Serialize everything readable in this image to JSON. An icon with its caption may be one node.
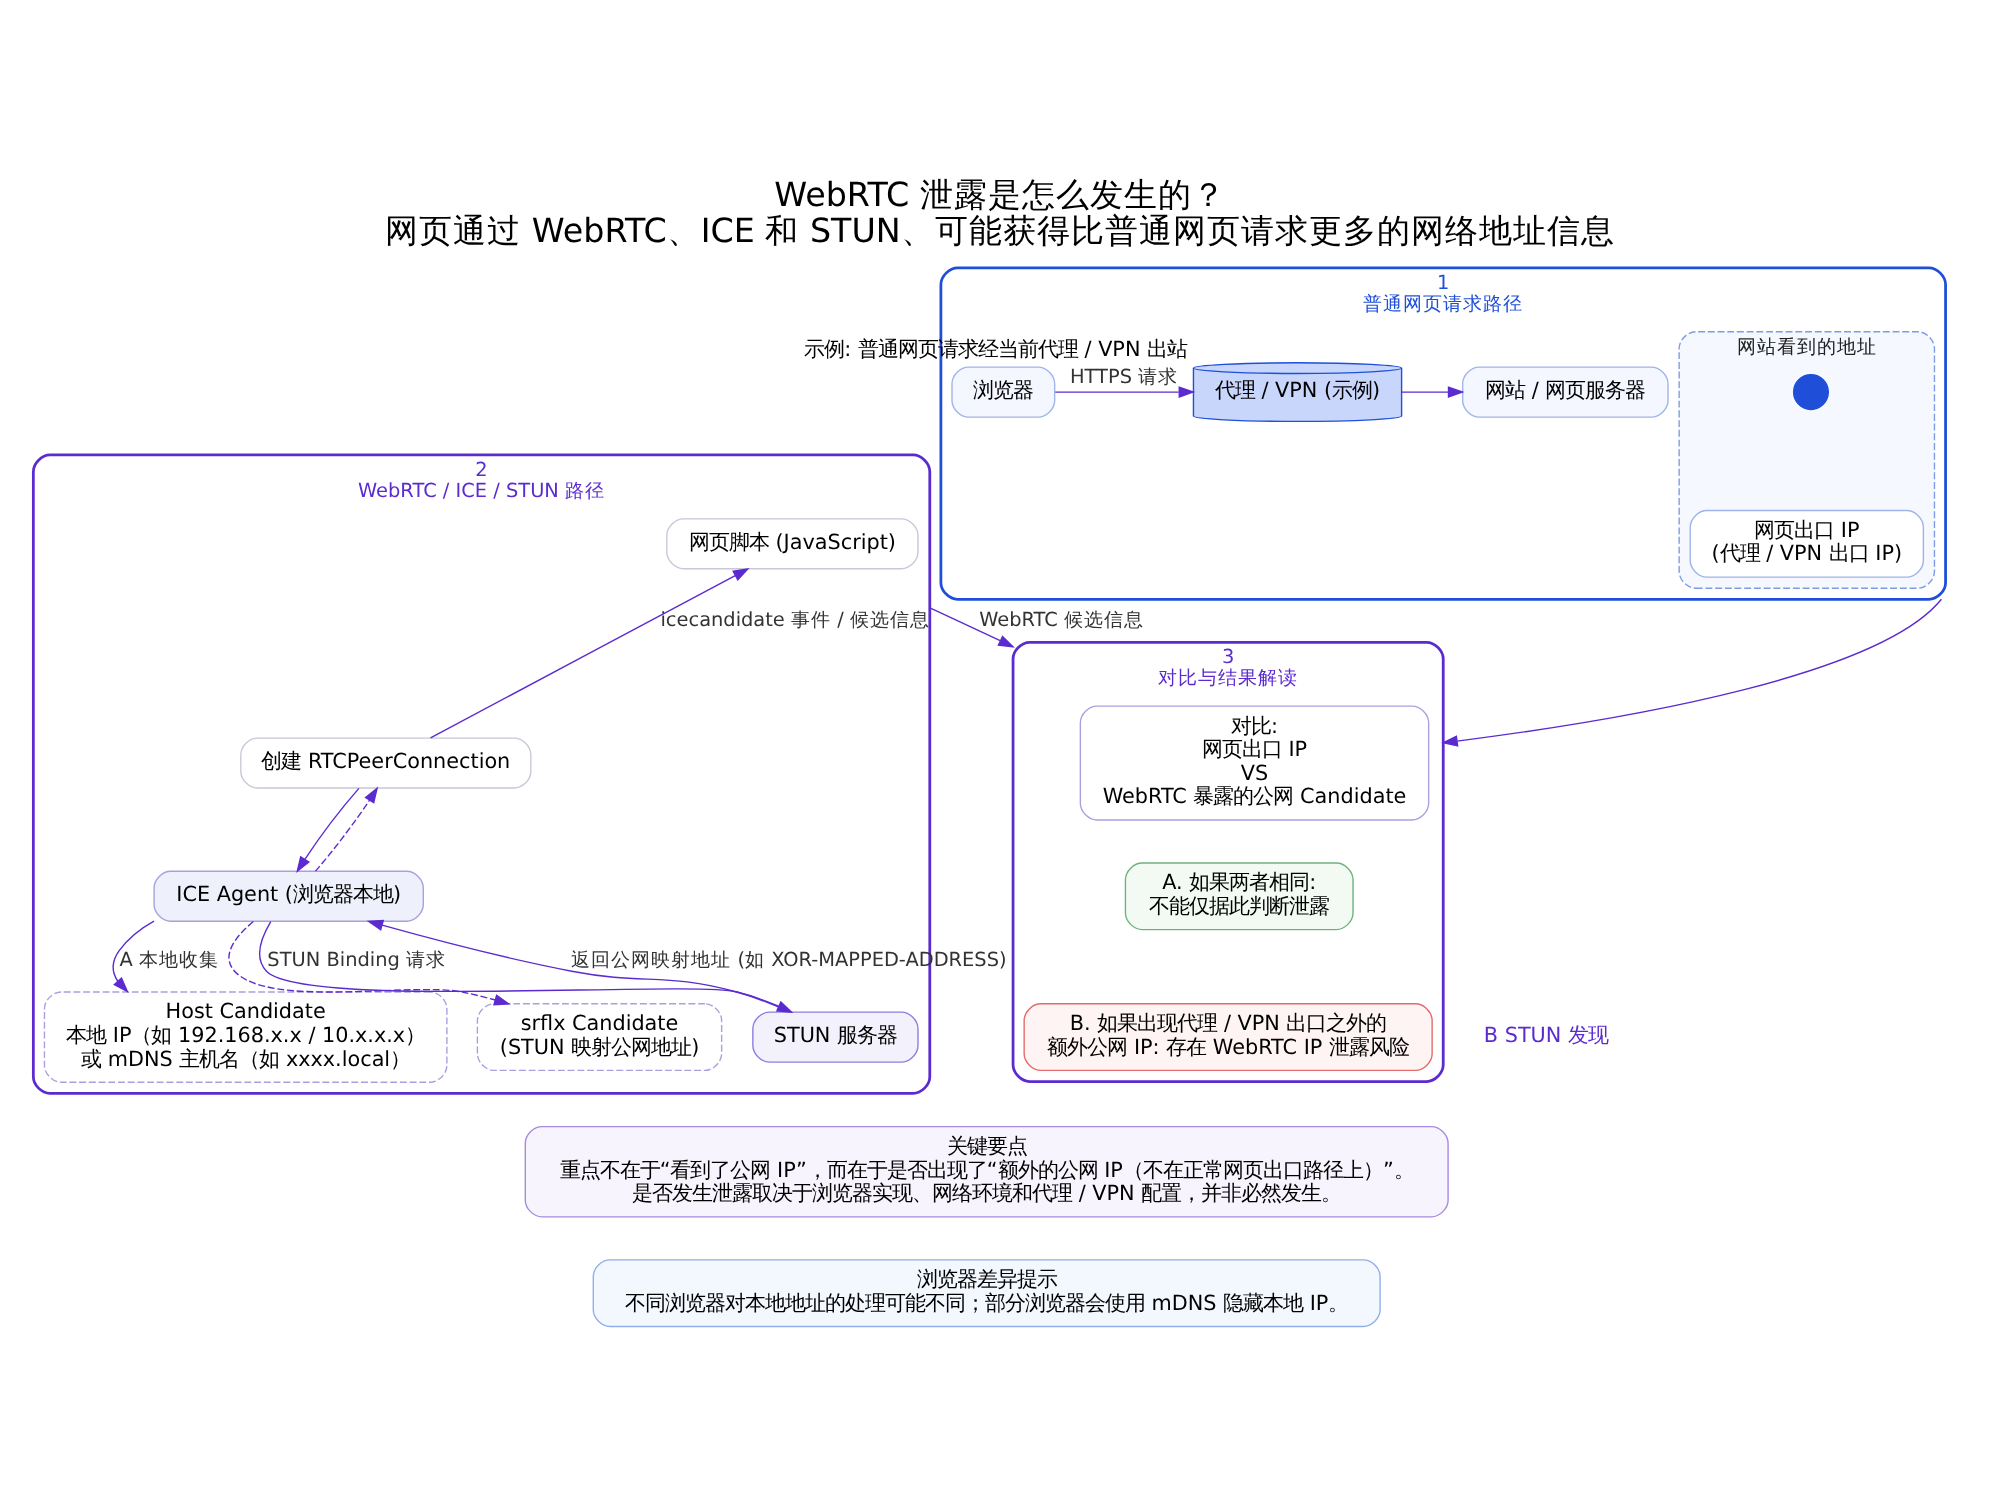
{
  "diagram": {
    "title": "WebRTC 泄露是怎么发生的？",
    "caption": "网页通过 WebRTC、ICE 和 STUN、可能获得比普通网页请求更多的网络地址信息",
    "nodes": [
      {
        "text": [
          "1",
          "普通网页请求路径"
        ]
      },
      {
        "text": [
          "浏览器"
        ],
        "in": 0
      },
      {
        "text": [
          "代理 / VPN (示例)"
        ],
        "in": 0,
        "beside": [
          "示例: 普通网页请求经当前代理 / VPN 出站"
        ]
      },
      {
        "text": [
          "网站 / 网页服务器"
        ],
        "in": 0
      },
      {
        "text": [
          "网站看到的地址"
        ],
        "in": 0
      },
      {
        "text": [],
        "shape": "person",
        "in": 4
      },
      {
        "text": [
          "网页出口 IP",
          "(代理 / VPN 出口 IP)"
        ],
        "in": 4
      },
      {
        "text": [
          "2",
          "WebRTC / ICE / STUN 路径"
        ]
      },
      {
        "text": [
          "网页脚本 (JavaScript)"
        ],
        "in": 7
      },
      {
        "text": [
          "创建 RTCPeerConnection"
        ],
        "in": 7
      },
      {
        "text": [
          "ICE Agent (浏览器本地)"
        ],
        "in": 7
      },
      {
        "text": [
          "Host Candidate",
          "本地 IP（如 192.168.x.x / 10.x.x.x）",
          "或 mDNS 主机名（如 xxxx.local）"
        ],
        "in": 7
      },
      {
        "text": [
          "STUN 服务器"
        ],
        "in": 7
      },
      {
        "text": [
          "srflx Candidate",
          "(STUN 映射公网地址)"
        ],
        "in": 7
      },
      {
        "text": [
          "3",
          "对比与结果解读"
        ]
      },
      {
        "text": [
          "对比:",
          "网页出口 IP",
          "VS",
          "WebRTC 暴露的公网 Candidate"
        ],
        "in": 14
      },
      {
        "text": [
          "A. 如果两者相同:",
          "不能仅据此判断泄露"
        ],
        "in": 14
      },
      {
        "text": [
          "B. 如果出现代理 / VPN 出口之外的",
          "额外公网 IP: 存在 WebRTC IP 泄露风险"
        ],
        "in": 14
      },
      {
        "text": [
          "关键要点",
          "重点不在于“看到了公网 IP”，而在于是否出现了“额外的公网 IP（不在正常网页出口路径上）”。",
          "是否发生泄露取决于浏览器实现、网络环境和代理 / VPN 配置，并非必然发生。"
        ]
      },
      {
        "text": [
          "浏览器差异提示",
          "不同浏览器对本地地址的处理可能不同；部分浏览器会使用 mDNS 隐藏本地 IP。"
        ]
      }
    ],
    "edges": [
      {
        "from": 1,
        "to": 2,
        "arrow": "to",
        "label": "HTTPS 请求"
      },
      {
        "from": 2,
        "to": 3,
        "arrow": "to"
      },
      {
        "from": 0,
        "to": 14,
        "arrow": "to"
      },
      {
        "from": 9,
        "to": 8,
        "arrow": "to",
        "label": "icecandidate 事件 / 候选信息"
      },
      {
        "from": 9,
        "to": 10,
        "arrow": "to"
      },
      {
        "from": 10,
        "to": 9,
        "arrow": "to",
        "style": "dashed"
      },
      {
        "from": 10,
        "to": 11,
        "arrow": "to",
        "label": "A 本地收集"
      },
      {
        "from": 10,
        "to": 12,
        "arrow": "to",
        "label": "STUN Binding 请求"
      },
      {
        "from": 12,
        "to": 10,
        "arrow": "to",
        "label": "返回公网映射地址 (如 XOR-MAPPED-ADDRESS)"
      },
      {
        "from": 10,
        "to": 13,
        "arrow": "to",
        "style": "dashed"
      },
      {
        "from": 7,
        "to": 14,
        "arrow": "to",
        "label": "WebRTC 候选信息"
      }
    ],
    "labels": [
      "B STUN 发现"
    ]
  }
}
